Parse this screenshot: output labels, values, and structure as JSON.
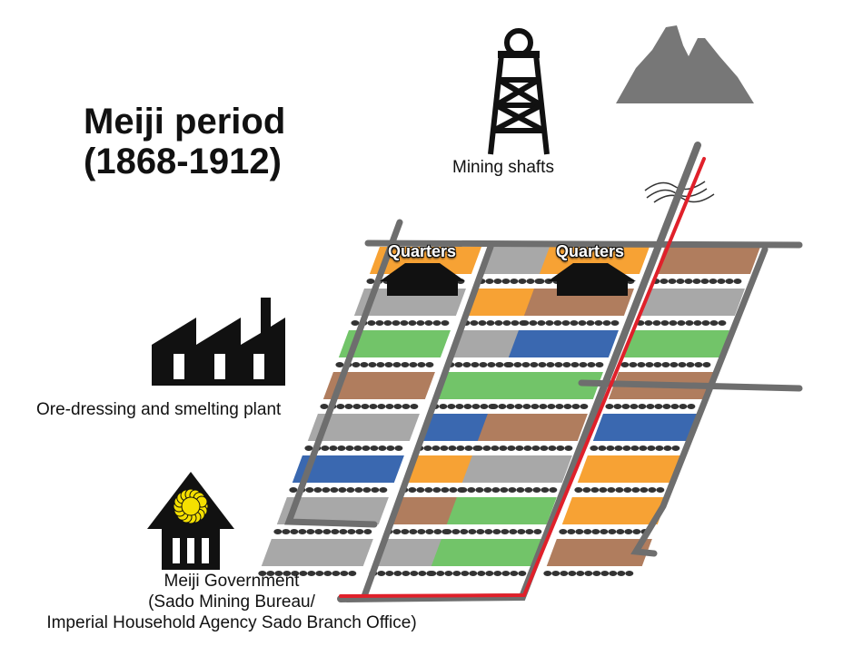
{
  "title": {
    "line1": "Meiji period",
    "line2": "(1868-1912)"
  },
  "labels": {
    "mining_shafts": "Mining shafts",
    "quarters_left": "Quarters",
    "quarters_right": "Quarters",
    "plant": "Ore-dressing and smelting plant",
    "gov_line1": "Meiji Government",
    "gov_line2": "(Sado Mining Bureau/",
    "gov_line3": "Imperial Household Agency Sado Branch Office)"
  },
  "colors": {
    "road": "#6e6e6e",
    "highlight_road": "#e0202a",
    "orange": "#f7a234",
    "gray": "#a8a8a8",
    "green": "#72c469",
    "brown": "#b07d5e",
    "blue": "#3a68b0",
    "emblem": "#f5e000",
    "icon": "#111111",
    "mountain": "#777777"
  }
}
